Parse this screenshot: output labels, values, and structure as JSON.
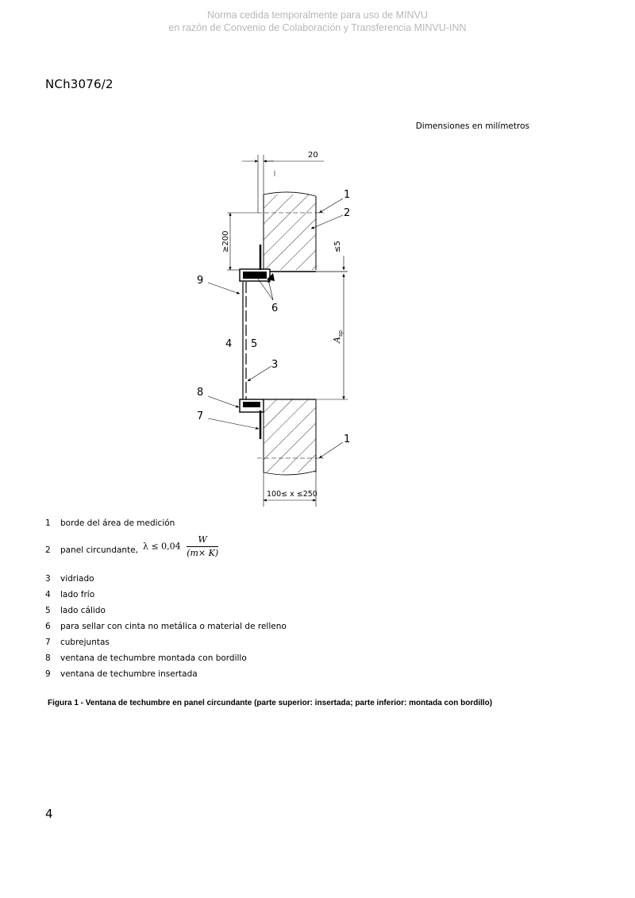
{
  "watermark": {
    "line1": "Norma cedida temporalmente para uso de MINVU",
    "line2": "en razón de Convenio de Colaboración y Transferencia MINVU-INN"
  },
  "header": {
    "doc_code": "NCh3076/2"
  },
  "dims_note": "Dimensiones en milímetros",
  "figure": {
    "dim_top": "20",
    "dim_height": "≥200",
    "dim_gap": "≤5",
    "dim_asp": "A",
    "dim_asp_sub": "sp",
    "dim_bottom": "100≤ x ≤250",
    "callouts": {
      "c1_top": "1",
      "c2": "2",
      "c6": "6",
      "c9": "9",
      "c4": "4",
      "c5": "5",
      "c3": "3",
      "c8": "8",
      "c7": "7",
      "c1_bottom": "1"
    }
  },
  "legend": [
    {
      "num": "1",
      "text": "borde del área de medición"
    },
    {
      "num": "2",
      "text": "panel circundante,",
      "formula_prefix": "λ ≤ 0,04",
      "formula_num": "W",
      "formula_den": "(m× K)"
    },
    {
      "num": "3",
      "text": "vidriado"
    },
    {
      "num": "4",
      "text": "lado frío"
    },
    {
      "num": "5",
      "text": "lado cálido"
    },
    {
      "num": "6",
      "text": "para sellar con cinta no metálica o material de relleno"
    },
    {
      "num": "7",
      "text": "cubrejuntas"
    },
    {
      "num": "8",
      "text": "ventana de techumbre montada con bordillo"
    },
    {
      "num": "9",
      "text": "ventana de techumbre insertada"
    }
  ],
  "caption": "Figura 1 - Ventana de techumbre en panel circundante (parte superior: insertada; parte inferior: montada con bordillo)",
  "page_number": "4"
}
